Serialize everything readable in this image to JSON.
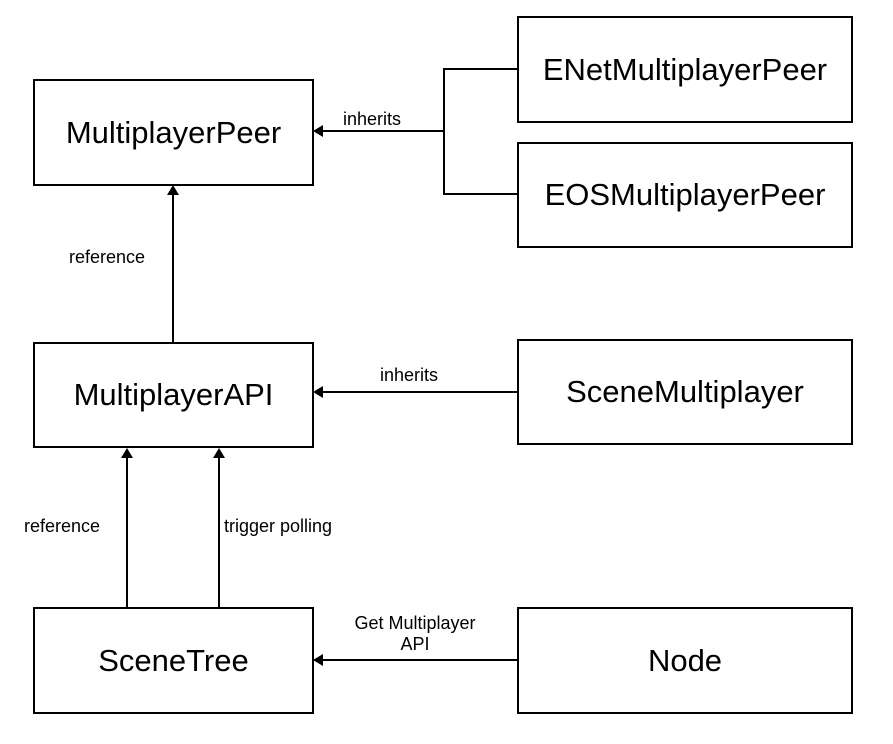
{
  "nodes": {
    "multiplayer_peer": "MultiplayerPeer",
    "enet_multiplayer_peer": "ENetMultiplayerPeer",
    "eos_multiplayer_peer": "EOSMultiplayerPeer",
    "multiplayer_api": "MultiplayerAPI",
    "scene_multiplayer": "SceneMultiplayer",
    "scene_tree": "SceneTree",
    "node": "Node"
  },
  "edges": {
    "peer_inherits": "inherits",
    "api_references_peer": "reference",
    "scene_multiplayer_inherits": "inherits",
    "tree_references_api": "reference",
    "tree_triggers_polling": "trigger polling",
    "node_gets_api_line1": "Get Multiplayer",
    "node_gets_api_line2": "API"
  },
  "colors": {
    "stroke": "#000000",
    "background": "#ffffff"
  }
}
